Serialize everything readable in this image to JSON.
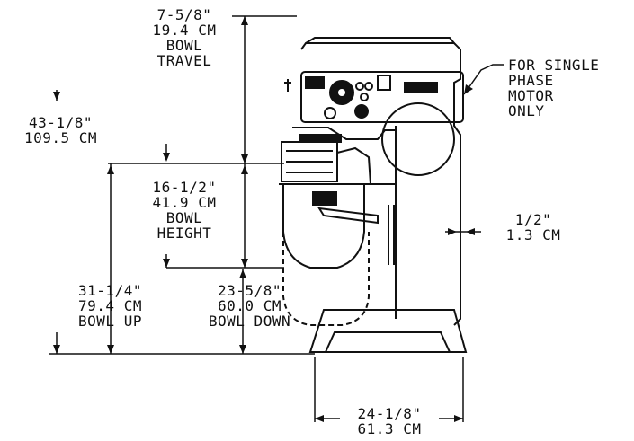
{
  "bowl_travel": {
    "inch": "7-5/8\"",
    "cm": "19.4 CM",
    "line1": "BOWL",
    "line2": "TRAVEL"
  },
  "total_height": {
    "inch": "43-1/8\"",
    "cm": "109.5 CM"
  },
  "bowl_height": {
    "inch": "16-1/2\"",
    "cm": "41.9 CM",
    "line1": "BOWL",
    "line2": "HEIGHT"
  },
  "bowl_up": {
    "inch": "31-1/4\"",
    "cm": "79.4 CM",
    "line1": "BOWL UP"
  },
  "bowl_down": {
    "inch": "23-5/8\"",
    "cm": "60.0 CM",
    "line1": "BOWL DOWN"
  },
  "motor_note": {
    "line1": "FOR SINGLE",
    "line2": "PHASE",
    "line3": "MOTOR",
    "line4": "ONLY"
  },
  "side_offset": {
    "inch": "1/2\"",
    "cm": "1.3 CM"
  },
  "base_width": {
    "inch": "24-1/8\"",
    "cm": "61.3 CM"
  }
}
